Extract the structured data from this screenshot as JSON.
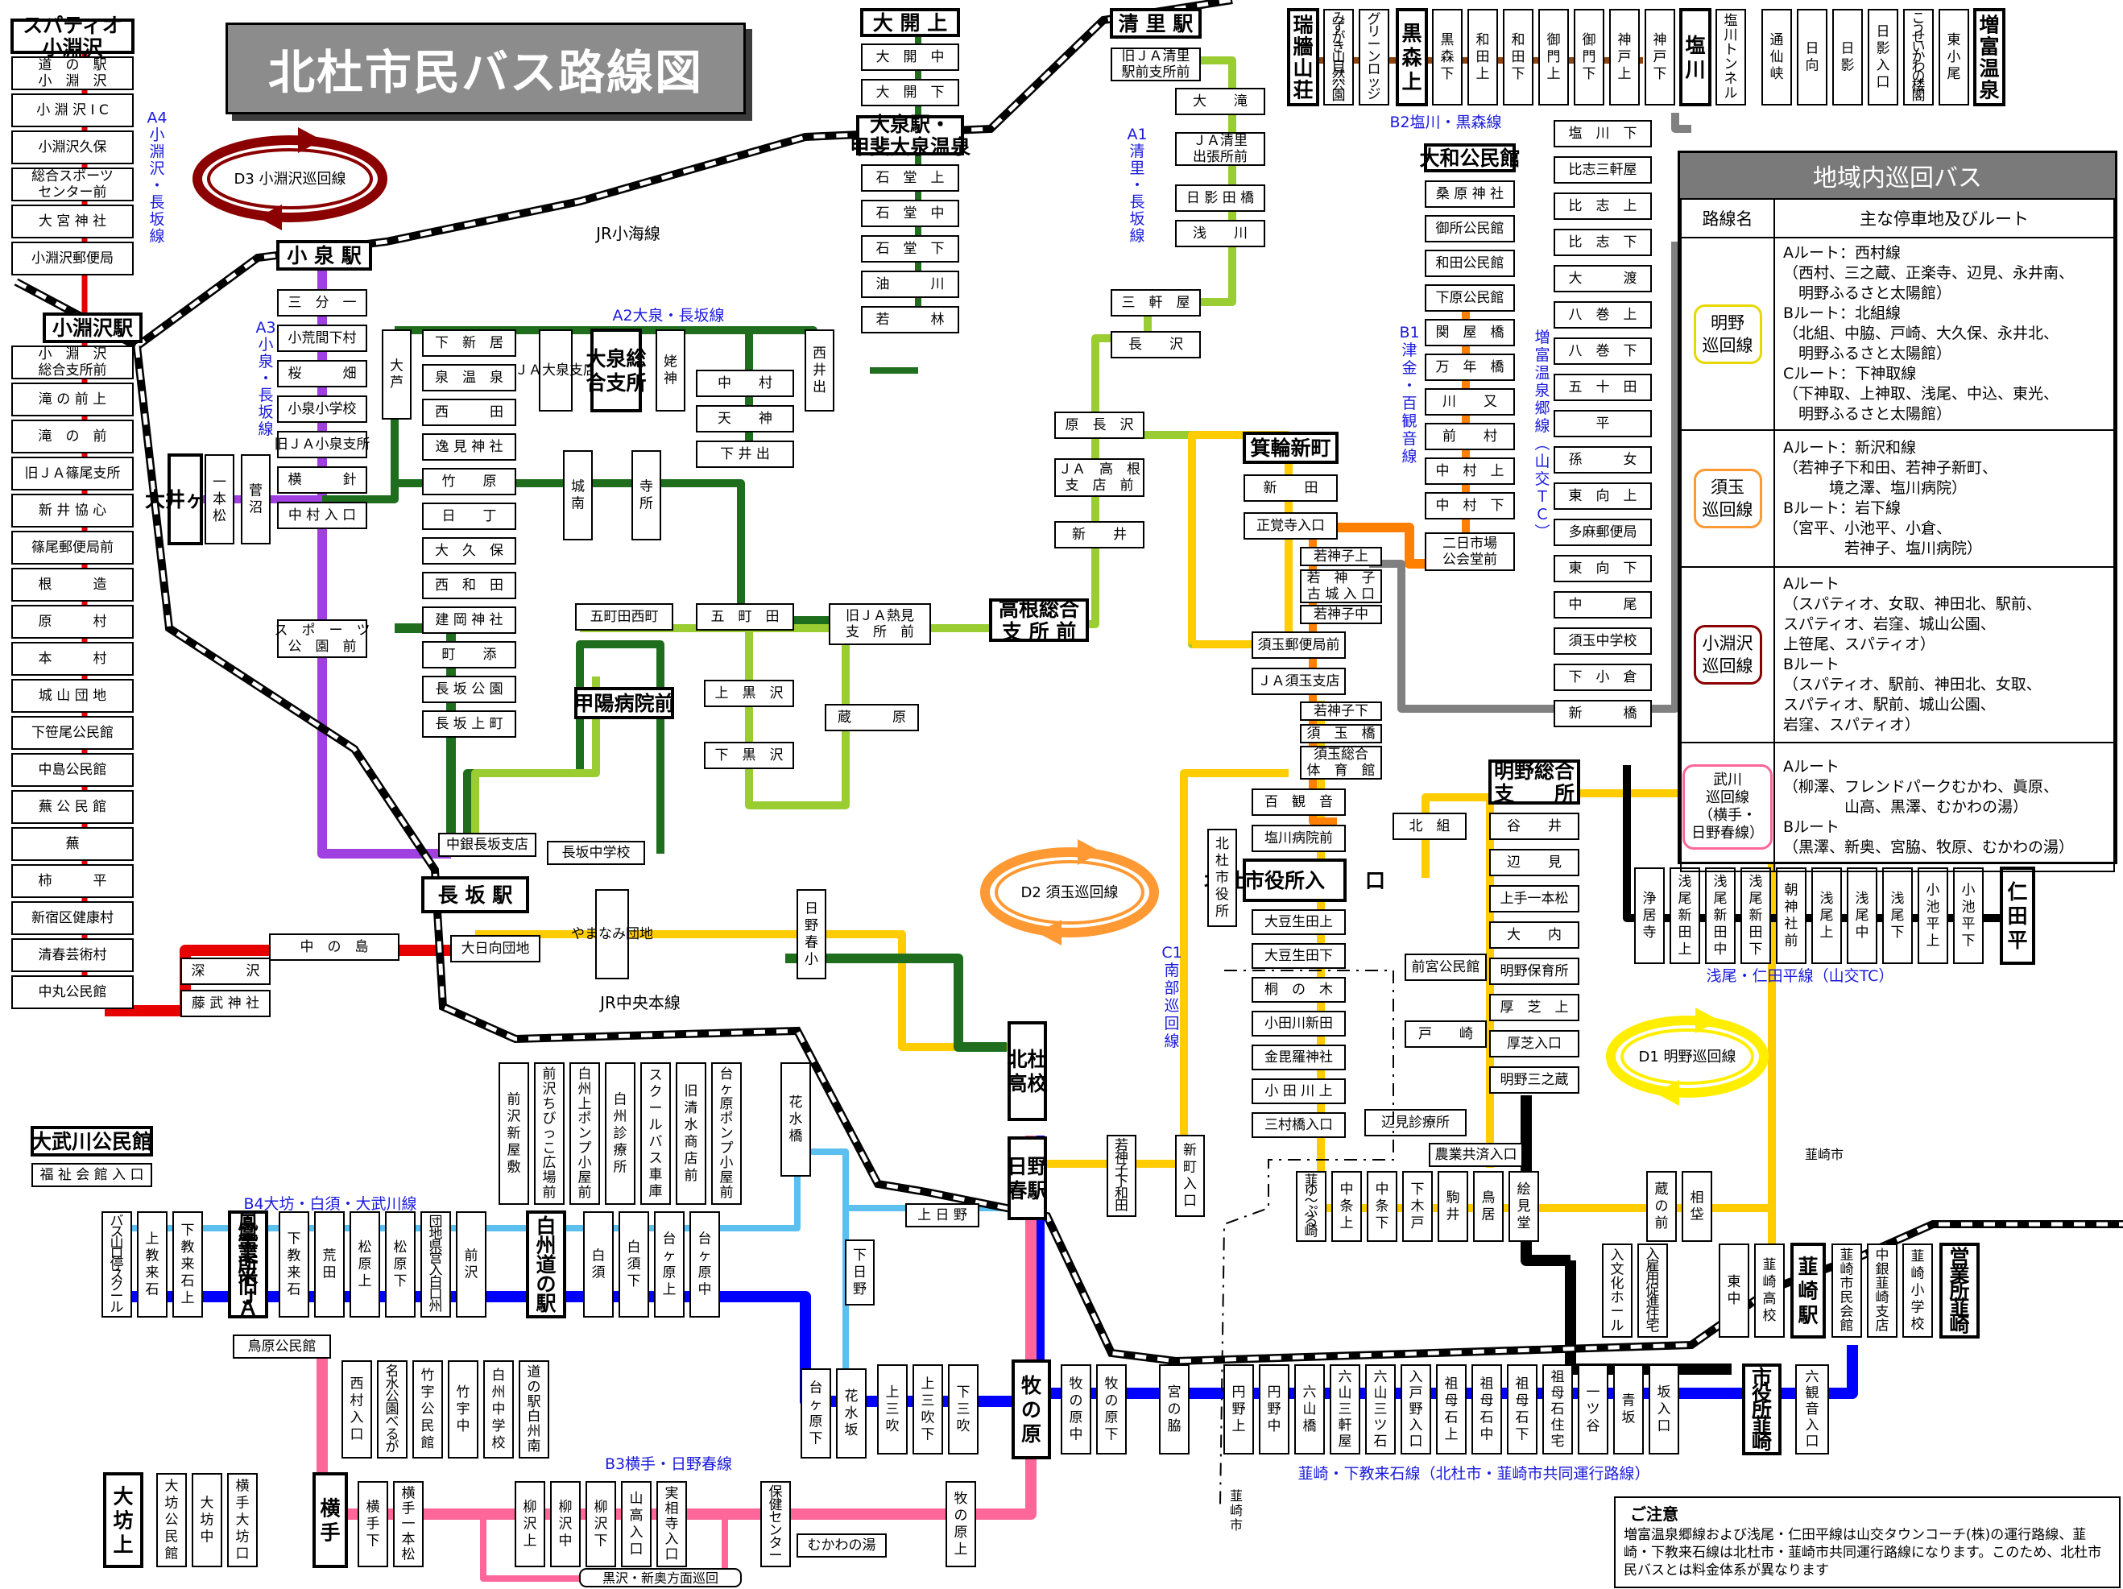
{
  "title": "北杜市民バス路線図",
  "colors": {
    "A1": "#9acd32",
    "A2": "#1e6e1e",
    "A3": "#a040e0",
    "A4": "#e60000",
    "B1": "#ff7f00",
    "B2": "#8b4513",
    "B3": "#ff6699",
    "B4": "#5bc0f0",
    "C1": "#ffcc00",
    "masutomi": "#808080",
    "nirasaki": "#0000ff",
    "asao": "#000000",
    "meiji_loop": "#ffee00",
    "sudama_loop": "#ff9933",
    "kobuchisawa_loop": "#8b0000",
    "mukawa_loop": "#ff6699"
  },
  "railways": [
    {
      "name": "JR小海線"
    },
    {
      "name": "JR中央本線"
    }
  ],
  "routes": [
    {
      "id": "A1",
      "label": "A1\n清\n里\n・\n長\n坂\n線"
    },
    {
      "id": "A2",
      "label": "A2大泉・長坂線"
    },
    {
      "id": "A3",
      "label": "A3\n小\n泉\n・\n長\n坂\n線"
    },
    {
      "id": "A4",
      "label": "A4\n小\n淵\n沢\n・\n長\n坂\n線"
    },
    {
      "id": "B1",
      "label": "B1\n津\n金\n・\n百\n観\n音\n線"
    },
    {
      "id": "B2",
      "label": "B2塩川・黒森線"
    },
    {
      "id": "B3",
      "label": "B3横手・日野春線"
    },
    {
      "id": "B4",
      "label": "B4大坊・白須・大武川線"
    },
    {
      "id": "C1",
      "label": "C1\n南\n部\n巡\n回\n線"
    },
    {
      "id": "masutomi",
      "label": "増\n富\n温\n泉\n郷\n線\n︵\n山\n交\nＴ\nＣ\n︶"
    },
    {
      "id": "asao",
      "label": "浅尾・仁田平線（山交TC）"
    },
    {
      "id": "nirasaki",
      "label": "韮崎・下教来石線（北杜市・韮崎市共同運行路線）"
    }
  ],
  "loops": [
    {
      "id": "D1",
      "label": "D1 明野巡回線"
    },
    {
      "id": "D2",
      "label": "D2 須玉巡回線"
    },
    {
      "id": "D3",
      "label": "D3 小淵沢巡回線"
    },
    {
      "id": "misc",
      "label": "黒沢・新奥方面巡回"
    }
  ],
  "boundary": {
    "label_left": "韮崎市",
    "label_right": "韮崎市"
  },
  "stops": {
    "a4": [
      "スパティオ\n小淵沢",
      "道　の　駅\n小　淵　沢",
      "小 淵 沢 I C",
      "小淵沢久保",
      "総合スポーツ\nセンター前",
      "大 宮 神 社",
      "小淵沢郵便局",
      "小淵沢駅",
      "小　淵　沢\n総合支所前",
      "滝 の 前 上",
      "滝　の　前",
      "旧ＪＡ篠尾支所",
      "新 井 協 心",
      "篠尾郵便局前",
      "根　　　造",
      "原　　　村",
      "本　　　村",
      "城 山 団 地",
      "下笹尾公民館",
      "中島公民館",
      "蕪 公 民 館",
      "蕪",
      "柿　　　平",
      "新宿区健康村",
      "清春芸術村",
      "中丸公民館"
    ],
    "a4b": [
      "藤 武 神 社",
      "深　　　沢",
      "中　の　島",
      "大日向団地"
    ],
    "a3": [
      "小 泉 駅",
      "三　分　一",
      "小荒間下村",
      "桜　　　畑",
      "小泉小学校",
      "旧ＪＡ小泉支所",
      "横　　　針",
      "中 村 入 口",
      "ス　ポ　ー　ツ\n公　園　前"
    ],
    "a3b": [
      "大井ヶ森",
      "一\n本\n松",
      "菅\n沼"
    ],
    "a2": [
      "大\n芦",
      "下　新　居",
      "泉　温　泉",
      "西　　　田",
      "逸 見 神 社",
      "竹　　原",
      "日　　丁",
      "大　久　保",
      "西　和　田",
      "建 岡 神 社",
      "町　　添",
      "長 坂 公 園",
      "長 坂 上 町",
      "中銀長坂支店",
      "長 坂 駅"
    ],
    "a2top": [
      "ＪＡ大泉支店",
      "大泉総\n合支所",
      "姥\n神",
      "西\n井\n出",
      "城\n南",
      "寺\n所"
    ],
    "a2mid": [
      "中　　村",
      "天　　神",
      "下 井 出",
      "五町田西町",
      "五　町　田",
      "旧ＪＡ熱見\n支　所　前",
      "高根総合\n支 所 前",
      "甲陽病院前",
      "長坂中学校"
    ],
    "a1b": [
      "上　黒　沢",
      "下　黒　沢",
      "蔵　　　原"
    ],
    "oizumi": [
      "大 開 上",
      "大　開　中",
      "大　開　下",
      "大泉駅・\n甲斐大泉温泉",
      "石　堂　上",
      "石　堂　中",
      "石　堂　下",
      "油　　　川",
      "若　　　林"
    ],
    "a1": [
      "清 里 駅",
      "旧ＪＡ清里\n駅前支所前",
      "大　　滝",
      "ＪＡ清里\n出張所前",
      "日 影 田 橋",
      "浅　　川",
      "三　軒　屋",
      "長　　沢",
      "原　長　沢",
      "ＪＡ　高　根\n支　店　前",
      "新　　井"
    ],
    "b1": [
      "大和公民館",
      "桑 原 神 社",
      "御所公民館",
      "和田公民館",
      "下原公民館",
      "関　屋　橋",
      "万　年　橋",
      "川　　又",
      "前　　村",
      "中　村　上",
      "中　村　下",
      "二日市場\n公会堂前"
    ],
    "b2": [
      "瑞\n牆\n山\n荘",
      "み\nず\nが\nき\n山\n自\n然\n公\n園",
      "グ\nリ\nー\nン\nロ\nッ\nジ",
      "黒\n森\n上",
      "黒\n森\n下",
      "和\n田\n上",
      "和\n田\n下",
      "御\n門\n上",
      "御\n門\n下",
      "神\n戸\n上",
      "神\n戸\n下",
      "塩\n川",
      "塩\n川\nト\nン\nネ\nル",
      "通\n仙\n峡",
      "日\n向",
      "日\n影",
      "日\n影\n入\n口",
      "こ\nう\nせ\nい\nか\nわ\nの\n楼\n閣",
      "東\n小\n尾",
      "増\n富\n温\n泉"
    ],
    "masutomi": [
      "塩　川　下",
      "比志三軒屋",
      "比　志　上",
      "比　志　下",
      "大　　　渡",
      "八　巻　上",
      "八　巻　下",
      "五　十　田",
      "平",
      "孫　　　女",
      "東　向　上",
      "多麻郵便局",
      "東　向　下",
      "中　　　尾",
      "須玉中学校",
      "下　小　倉",
      "新　　　橋"
    ],
    "sudama": [
      "箕輪新町",
      "新　　田",
      "正覚寺入口",
      "若神子上",
      "若　神　子\n古 城 入 口",
      "若神子中",
      "須玉郵便局前",
      "ＪＡ須玉支店",
      "若神子下",
      "須　玉　橋",
      "須玉総合\n体　育　館",
      "百　観　音",
      "塩川病院前",
      "北杜市役所入　　口",
      "北\n杜\n市\n役\n所"
    ],
    "akeno": [
      "明野総合\n支　　所",
      "北　組",
      "谷　　井",
      "辺　　見",
      "上手一本松",
      "大　　内",
      "明野保育所",
      "厚　芝　上",
      "厚芝入口",
      "明野三之蔵",
      "前宮公民館",
      "戸　　崎",
      "辺見診療所",
      "農業共済入口"
    ],
    "c1": [
      "大豆生田上",
      "大豆生田下",
      "桐　の　木",
      "小田川新田",
      "金毘羅神社",
      "小 田 川 上",
      "三村橋入口",
      "韮\nゆ\n～\nぷ\nる\n崎",
      "中\n条\n上",
      "中\n条\n下",
      "下\n木\n戸",
      "駒\n井",
      "鳥\n居",
      "絵\n見\n堂",
      "蔵\nの\n前",
      "相\n垈"
    ],
    "asao": [
      "浄\n居\n寺",
      "浅\n尾\n新\n田\n上",
      "浅\n尾\n新\n田\n中",
      "浅\n尾\n新\n田\n下",
      "朝\n神\n社\n前",
      "浅\n尾\n上",
      "浅\n尾\n中",
      "浅\n尾\n下",
      "小\n池\n平\n上",
      "小\n池\n平\n下",
      "仁\n田\n平"
    ],
    "hinoharu": [
      "やまなみ団地",
      "日\n野\n春\n小",
      "北杜\n高校",
      "日野\n春駅",
      "若\n神\n子\n下\n和\n田",
      "新\n町\n入\n口",
      "上 日 野",
      "下\n日\n野"
    ],
    "b4": [
      "大武川公民館",
      "福 祉 会 館 入 口",
      "バ\nス\n山\nロ\n停\nス\nク\nー\nル",
      "上\n教\n来\n石",
      "下\n教\n来\n石\n上",
      "鳳\n凰\n事\n業\n所\n来\n旧\nＪ\nＡ",
      "下\n教\n来\n石",
      "荒\n田",
      "松\n原\n上",
      "松\n原\n下",
      "団\n地\n県\n営\n入\n白\n口\n州",
      "前\n沢",
      "白\n州\n道\nの\n駅",
      "白\n須",
      "白\n須\n下",
      "台\nヶ\n原\n上",
      "台\nヶ\n原\n中",
      "台\nヶ\n原\n下",
      "花\n水\n坂",
      "鳥原公民館"
    ],
    "b4top": [
      "前\n沢\n新\n屋\n敷",
      "前\n沢\nち\nび\nっ\nこ\n広\n場\n前",
      "白\n州\n上\nポ\nン\nプ\n小\n屋\n前",
      "白\n州\n診\n療\n所",
      "ス\nク\nー\nル\nバ\nス\n車\n庫",
      "旧\n清\n水\n商\n店\n前",
      "台\nヶ\n原\nポ\nン\nプ\n小\n屋\n前",
      "花\n水\n橋"
    ],
    "nirasaki": [
      "上\n三\n吹",
      "上\n三\n吹\n下",
      "下\n三\n吹",
      "牧\nの\n原",
      "牧\nの\n原\n中",
      "牧\nの\n原\n下",
      "宮\nの\n脇",
      "円\n野\n上",
      "円\n野\n中",
      "六\n山\n橋",
      "六\n山\n三\n軒\n屋",
      "六\n山\n三\nツ\n石",
      "入\n戸\n野\n入\n口",
      "祖\n母\n石\n上",
      "祖\n母\n石\n中",
      "祖\n母\n石\n下",
      "祖\n母\n石\n住\n宅",
      "一\nツ\n谷",
      "青\n坂",
      "坂\n入\n口",
      "市\n役\n所\n韮\n崎",
      "六\n観\n音\n入\n口"
    ],
    "b3": [
      "大\n坊\n上",
      "大\n坊\n公\n民\n館",
      "大\n坊\n中",
      "横\n手\n大\n坊\n口",
      "横\n手",
      "横\n手\n下",
      "横\n手\n一\n本\n松",
      "西\n村\n入\n口",
      "名\n水\n公\n園\nべ\nる\nが",
      "竹\n宇\n公\n民\n館",
      "竹\n宇\n中",
      "白\n州\n中\n学\n校",
      "道\nの\n駅\n白\n州\n南",
      "柳\n沢\n上",
      "柳\n沢\n中",
      "柳\n沢\n下",
      "山\n高\n入\n口",
      "実\n相\n寺\n入\n口",
      "保\n健\nセ\nン\nタ\nー",
      "むかわの湯",
      "牧\nの\n原\n上"
    ],
    "nirasaki_east": [
      "入\n文\n化\nホ\nー\nル",
      "入\n雇\n用\n促\n進\n住\n宅",
      "東\n中",
      "韮\n崎\n高\n校",
      "韮\n崎\n駅",
      "韮\n崎\n市\n民\n会\n館",
      "中\n銀\n韮\n崎\n支\n店",
      "韮\n崎\n小\n学\n校",
      "営\n業\n所\n韮\n崎"
    ]
  },
  "loop_panel": {
    "title": "地域内巡回バス",
    "col1": "路線名",
    "col2": "主な停車地及びルート",
    "rows": [
      {
        "name": "明野\n巡回線",
        "detail": "Aルート：西村線\n（西村、三之蔵、正楽寺、辺見、永井南、\n　明野ふるさと太陽館）\nBルート：北組線\n（北組、中脇、戸崎、大久保、永井北、\n　明野ふるさと太陽館）\nCルート：下神取線\n（下神取、上神取、浅尾、中込、東光、\n　明野ふるさと太陽館）"
      },
      {
        "name": "須玉\n巡回線",
        "detail": "Aルート：新沢和線\n（若神子下和田、若神子新町、\n　　　境之澤、塩川病院）\nBルート：岩下線\n（宮平、小池平、小倉、\n　　　　若神子、塩川病院）"
      },
      {
        "name": "小淵沢\n巡回線",
        "detail": "Aルート\n（スパティオ、女取、神田北、駅前、\nスパティオ、岩窪、城山公園、\n上笹尾、スパティオ）\nBルート\n（スパティオ、駅前、神田北、女取、\nスパティオ、駅前、城山公園、\n岩窪、スパティオ）"
      },
      {
        "name": "武川\n巡回線\n（横手・\n日野春線）",
        "detail": "Aルート\n（柳澤、フレンドパークむかわ、眞原、\n　　　　山高、黒澤、むかわの湯）\nBルート\n（黒澤、新奥、宮脇、牧原、むかわの湯）"
      }
    ]
  },
  "notice": {
    "heading": "ご注意",
    "body": "増富温泉郷線および浅尾・仁田平線は山交タウンコーチ(株)の運行路線、韮崎・下教来石線は北杜市・韮崎市共同運行路線になります。このため、北杜市民バスとは料金体系が異なります"
  }
}
